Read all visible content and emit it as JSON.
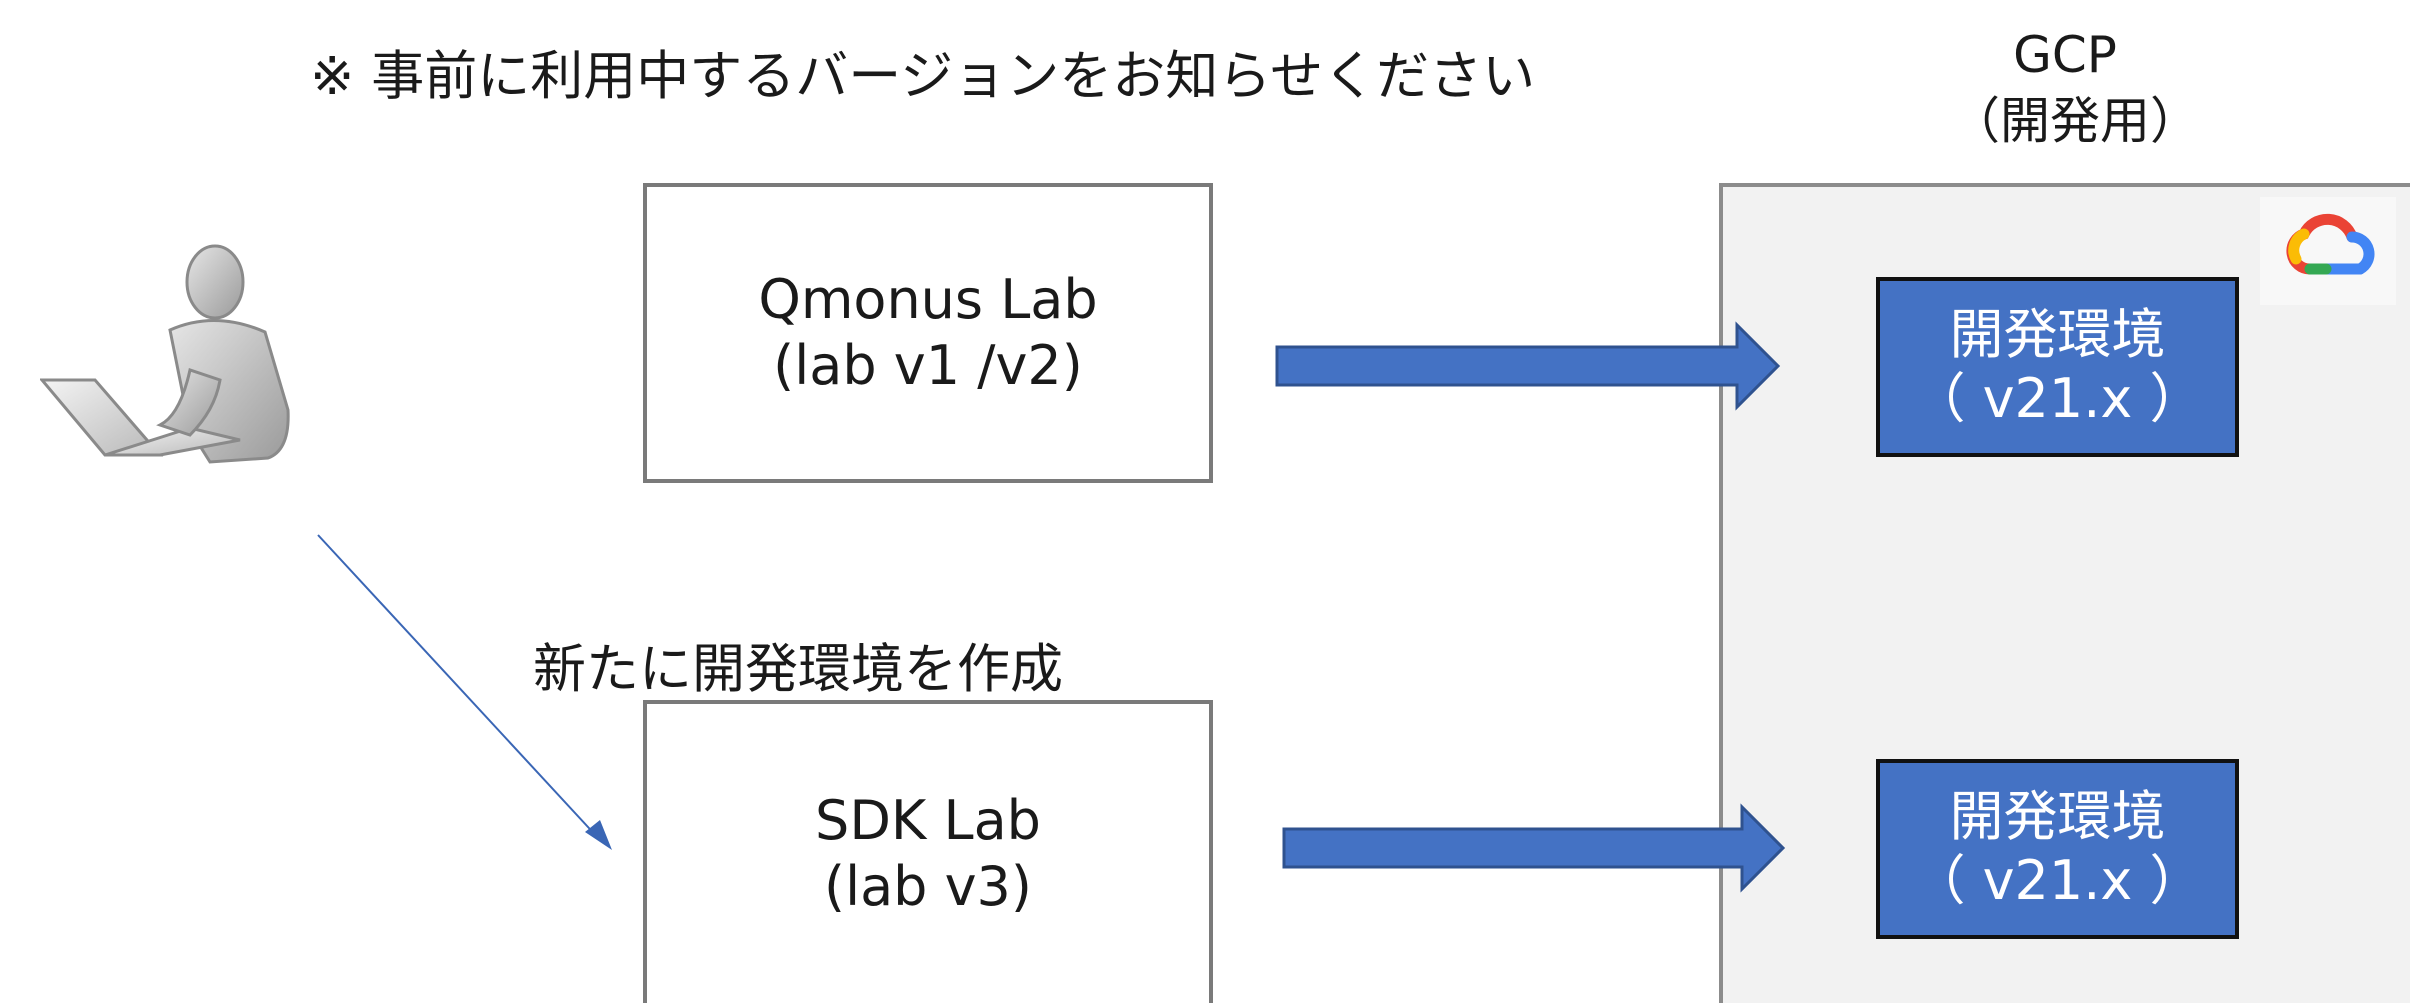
{
  "note": "※ 事前に利用中するバージョンをお知らせください",
  "gcp": {
    "title_line1": "GCP",
    "title_line2": "（開発用）",
    "logo_icon": "google-cloud-icon"
  },
  "labs": [
    {
      "name": "Qmonus Lab",
      "version": "(lab v1 /v2)"
    },
    {
      "name": "SDK Lab",
      "version": "(lab v3)"
    }
  ],
  "environments": [
    {
      "label": "開発環境",
      "version": "（ v21.x ）"
    },
    {
      "label": "開発環境",
      "version": "（ v21.x ）"
    }
  ],
  "create_label": "新たに開発環境を作成",
  "user_icon": "user-at-laptop-icon",
  "colors": {
    "env_fill": "#4472c4",
    "arrow_fill": "#4472c4",
    "arrow_border": "#2f528f",
    "panel_fill": "#f2f2f2"
  }
}
